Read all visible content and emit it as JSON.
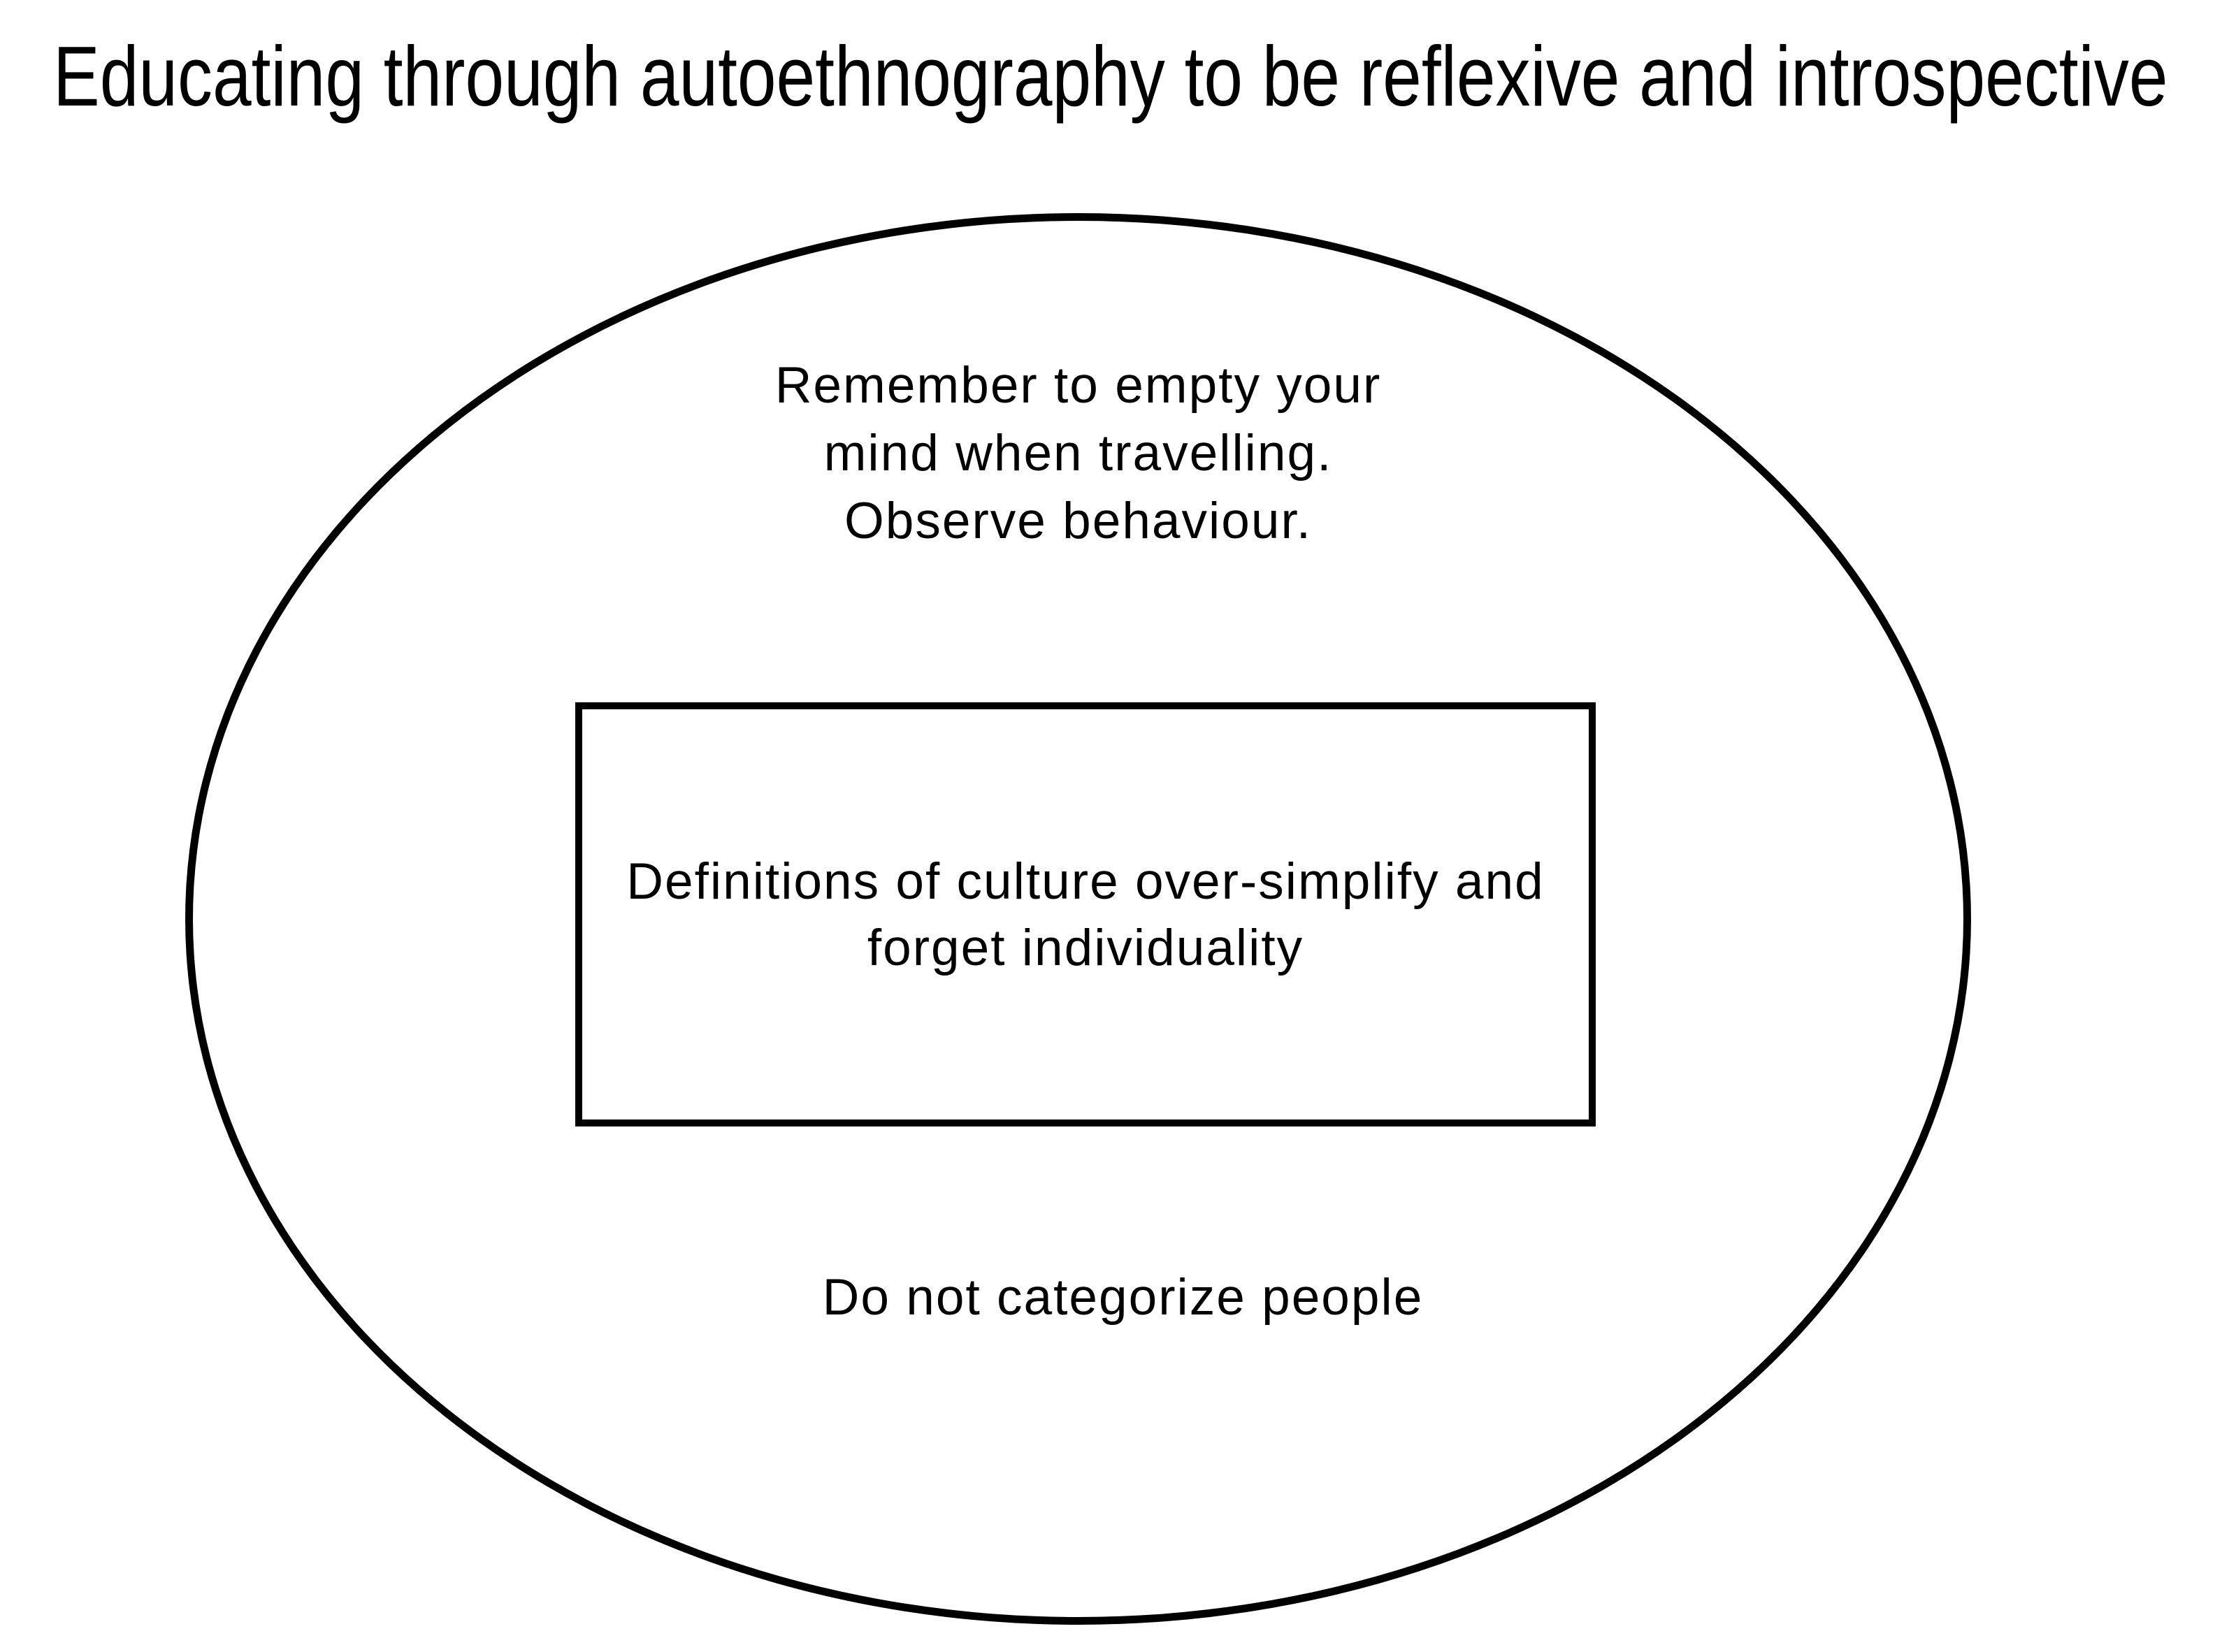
{
  "slide": {
    "title": "Educating through autoethnography to be reflexive and introspective"
  },
  "ellipse_note": {
    "lines": [
      "Remember to empty your",
      "mind when travelling.",
      "Observe behaviour."
    ]
  },
  "box_note": {
    "lines": [
      "Definitions of culture over-simplify and",
      "forget individuality"
    ]
  },
  "bottom_note": {
    "text": "Do not categorize people"
  },
  "colors": {
    "background": "#ffffff",
    "stroke": "#000000",
    "text": "#000000"
  }
}
